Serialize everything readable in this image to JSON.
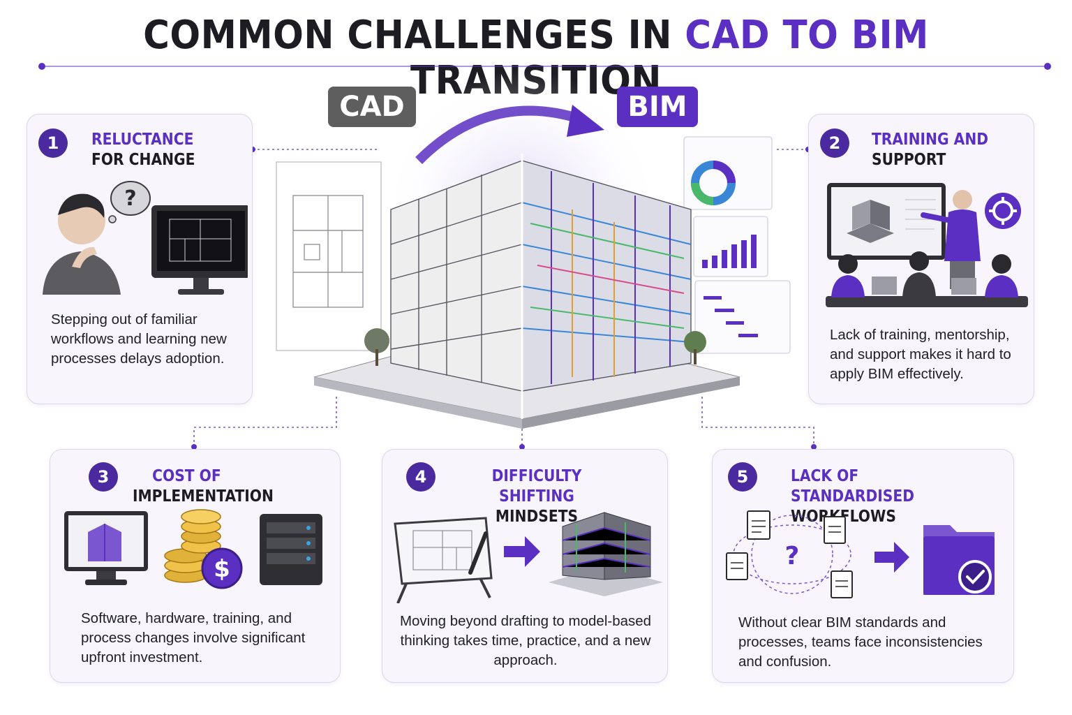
{
  "title": {
    "part1": "COMMON CHALLENGES IN ",
    "highlight": "CAD TO BIM",
    "part2": " TRANSITION"
  },
  "tags": {
    "cad": "CAD",
    "bim": "BIM"
  },
  "colors": {
    "accent": "#5a2fc2",
    "number_badge": "#4a2a9e",
    "card_bg": "#f8f6fc",
    "card_border": "#ddd5ee",
    "text": "#1c1c22"
  },
  "cards": [
    {
      "number": "1",
      "title_line1": "RELUCTANCE",
      "title_line2": "FOR CHANGE",
      "description": "Stepping out of familiar workflows and learning new processes delays adoption.",
      "icons": [
        "thinking-person-icon",
        "question-bubble-icon",
        "cad-monitor-icon"
      ]
    },
    {
      "number": "2",
      "title_line1": "TRAINING AND",
      "title_line2": "SUPPORT",
      "description": "Lack of training, mentorship, and support makes it hard to apply BIM effectively.",
      "icons": [
        "presentation-screen-icon",
        "presenter-icon",
        "gear-icon",
        "trainees-icon"
      ]
    },
    {
      "number": "3",
      "title_line1": "COST OF",
      "title_line2": "IMPLEMENTATION",
      "description": "Software, hardware, training, and process changes involve significant upfront investment.",
      "icons": [
        "software-monitor-icon",
        "coin-stack-icon",
        "dollar-coin-icon",
        "server-icon"
      ]
    },
    {
      "number": "4",
      "title_line1": "DIFFICULTY SHIFTING",
      "title_line2": "MINDSETS",
      "description": "Moving beyond drafting to model-based thinking takes time, practice, and a new approach.",
      "icons": [
        "drafting-tablet-icon",
        "arrow-right-icon",
        "bim-model-icon"
      ]
    },
    {
      "number": "5",
      "title_line1": "LACK OF STANDARDISED",
      "title_line2": "WORKFLOWS",
      "description": "Without clear BIM standards and processes, teams face inconsistencies and confusion.",
      "icons": [
        "scattered-documents-icon",
        "question-mark-icon",
        "arrow-right-icon",
        "check-folder-icon"
      ]
    }
  ]
}
